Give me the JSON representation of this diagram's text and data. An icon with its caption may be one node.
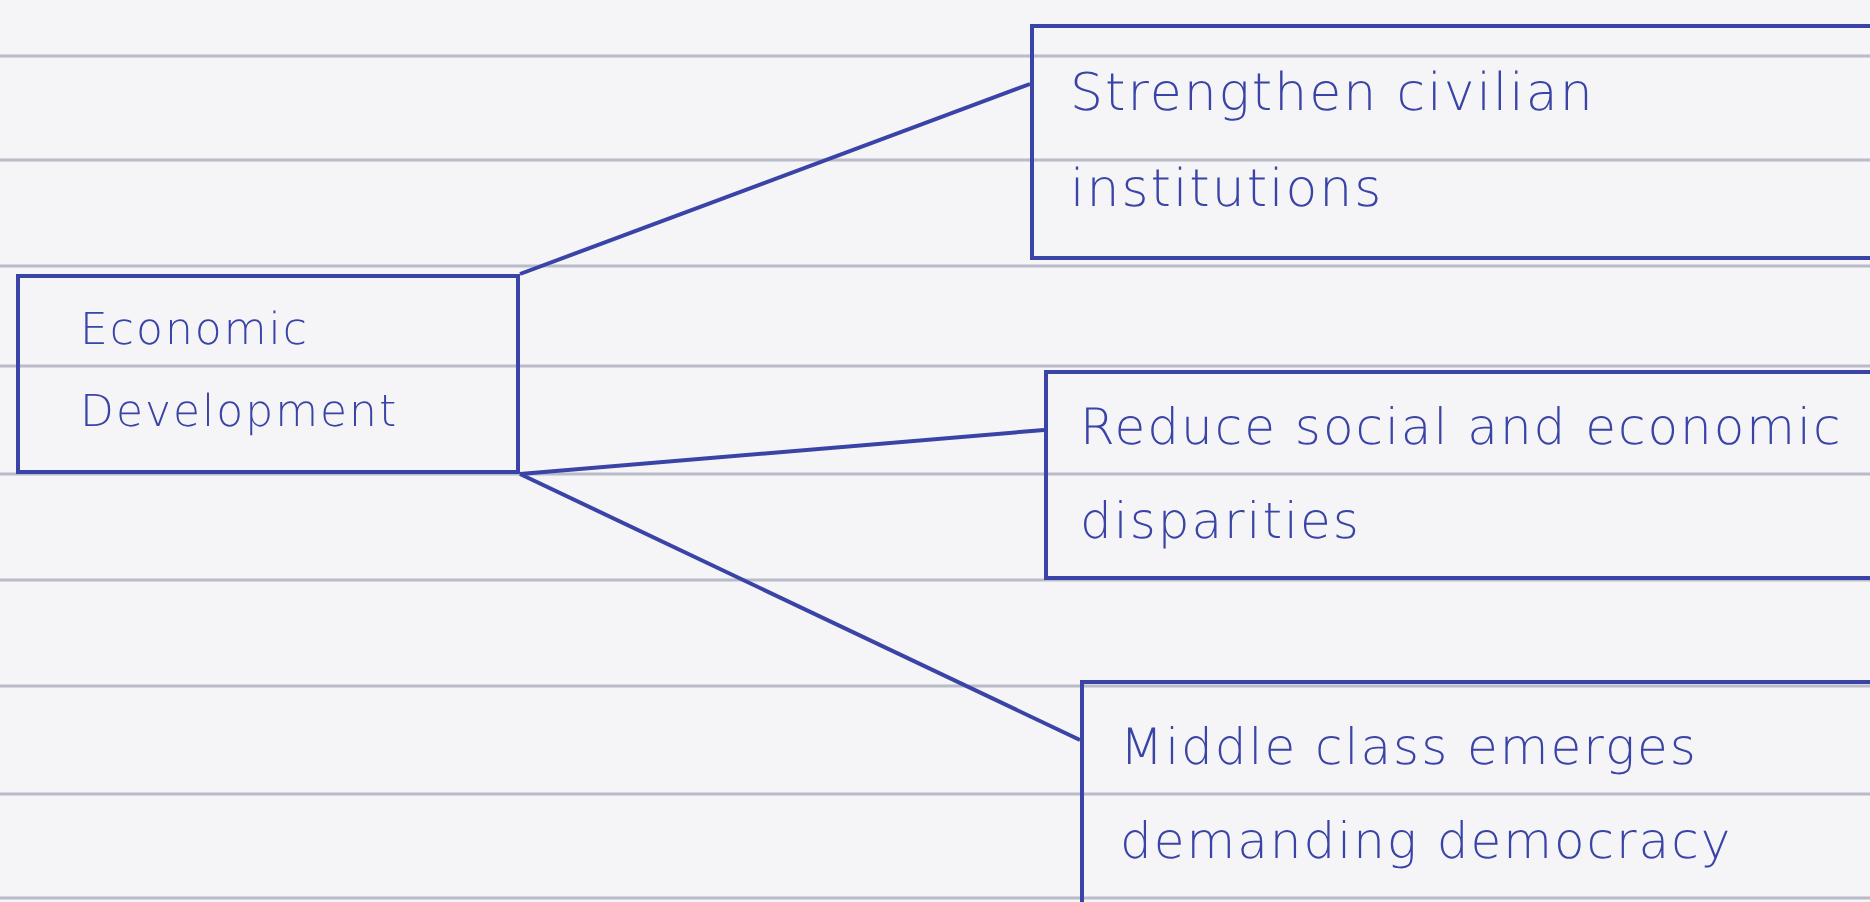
{
  "diagram": {
    "nodes": [
      {
        "text": [
          "Economic Development"
        ]
      },
      {
        "text": [
          "Strengthen civilian institutions"
        ]
      },
      {
        "text": [
          "Reduce social and economic disparities"
        ]
      },
      {
        "text": [
          "Middle class emerges demanding democracy"
        ]
      }
    ],
    "edges": [
      {
        "from": 0,
        "to": 1,
        "arrow": "none"
      },
      {
        "from": 0,
        "to": 2,
        "arrow": "none"
      },
      {
        "from": 0,
        "to": 3,
        "arrow": "none"
      }
    ]
  }
}
